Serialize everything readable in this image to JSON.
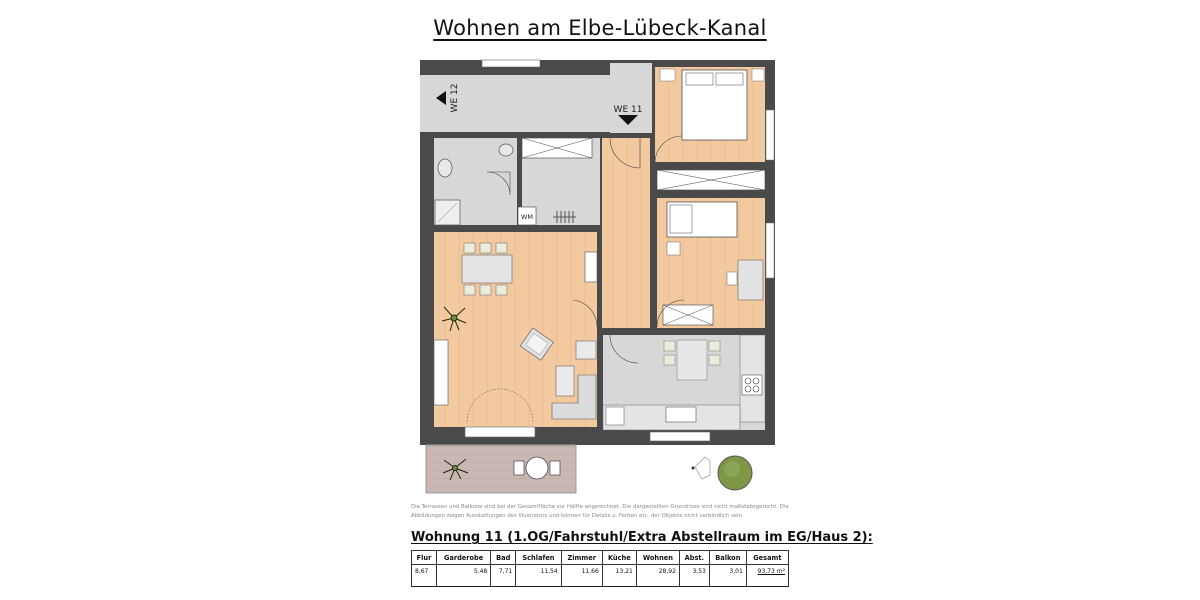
{
  "document": {
    "title": "Wohnen am Elbe-Lübeck-Kanal",
    "disclaimer": "Die Terrassen und Balkone sind bei der Gesamtfläche zur Hälfte angerechnet. Die dargestellten Grundrisse sind nicht maßstabsgerecht. Die Abbildungen zeigen Ausstattungen des Illustrators und können für Details u. Farben etc. der Objekte nicht verbindlich sein.",
    "unit_heading": "Wohnung 11 (1.OG/Fahrstuhl/Extra Abstellraum im EG/Haus 2):"
  },
  "floorplan": {
    "labels": {
      "we12": "WE 12",
      "we11": "WE 11",
      "wm": "WM"
    },
    "colors": {
      "wall": "#4a4a4a",
      "wood_floor": "#f3c9a0",
      "tile_floor": "#d6d6d6",
      "terrace": "#c9b7b3",
      "plant_green": "#6f8e3a"
    }
  },
  "area_table": {
    "headers": [
      "Flur",
      "Garderobe",
      "Bad",
      "Schlafen",
      "Zimmer",
      "Küche",
      "Wohnen",
      "Abst.",
      "Balkon",
      "Gesamt"
    ],
    "values": [
      "8,67",
      "5,48",
      "7,71",
      "11,54",
      "11,66",
      "13,21",
      "28,92",
      "3,53",
      "3,01",
      "93,73 m²"
    ]
  }
}
